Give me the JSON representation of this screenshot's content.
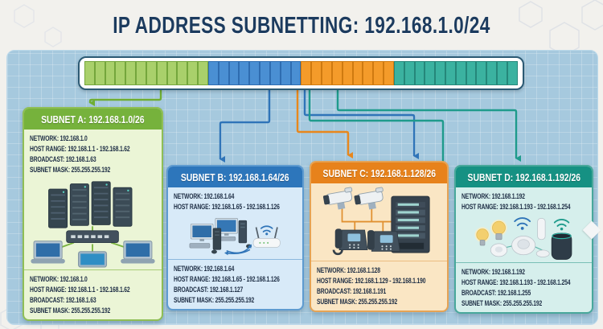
{
  "title": "IP ADDRESS SUBNETTING: 192.168.1.0/24",
  "bit_bar": {
    "description": "32-bit address bar split into four colored subnet segments",
    "segments": [
      {
        "id": "subnet-a",
        "color": "#a9d06b",
        "border": "#74a63c",
        "count": 12
      },
      {
        "id": "subnet-b",
        "color": "#4a8fd3",
        "border": "#2e6cb0",
        "count": 9
      },
      {
        "id": "subnet-c",
        "color": "#f49b2a",
        "border": "#cf7a10",
        "count": 9
      },
      {
        "id": "subnet-d",
        "color": "#3bb2a0",
        "border": "#25877a",
        "count": 12
      }
    ]
  },
  "subnets": [
    {
      "id": "a",
      "header": "SUBNET A: 192.168.1.0/26",
      "accent": "#76b23c",
      "body_color": "#ebf5d6",
      "top_info": [
        {
          "label": "NETWORK",
          "value": "192.168.1.0"
        },
        {
          "label": "HOST RANGE",
          "value": "192.168.1.1 - 192.168.1.62"
        },
        {
          "label": "BROADCAST",
          "value": "192.168.1.63"
        },
        {
          "label": "SUBNET MASK",
          "value": "255.255.255.192"
        }
      ],
      "bottom_info": [
        {
          "label": "NETWORK",
          "value": "192.168.1.0"
        },
        {
          "label": "HOST RANGE",
          "value": "192.168.1.1 - 192.168.1.62"
        },
        {
          "label": "BROADCAST",
          "value": "192.168.1.63"
        },
        {
          "label": "SUBNET MASK",
          "value": "255.255.255.192"
        }
      ],
      "devices": [
        "server-tower",
        "server-tower",
        "server-tower",
        "server-tower",
        "network-switch",
        "laptop",
        "laptop",
        "tablet"
      ]
    },
    {
      "id": "b",
      "header": "SUBNET B: 192.168.1.64/26",
      "accent": "#2d76bb",
      "body_color": "#d8eaf8",
      "top_info": [
        {
          "label": "NETWORK",
          "value": "192.168.1.64"
        },
        {
          "label": "HOST RANGE",
          "value": "192.168.1.65 - 192.168.1.126"
        }
      ],
      "bottom_info": [
        {
          "label": "NETWORK",
          "value": "192.168.1.64"
        },
        {
          "label": "HOST RANGE",
          "value": "192.168.1.65 - 192.168.1.126"
        },
        {
          "label": "BROADCAST",
          "value": "192.168.1.127"
        },
        {
          "label": "SUBNET MASK",
          "value": "255.255.255.192"
        }
      ],
      "devices": [
        "desktop-computer",
        "desktop-computer",
        "wifi-router"
      ]
    },
    {
      "id": "c",
      "header": "SUBNET C: 192.168.1.128/26",
      "accent": "#e7821b",
      "body_color": "#fae6c4",
      "top_info": [],
      "bottom_info": [
        {
          "label": "NETWORK",
          "value": "192.168.1.128"
        },
        {
          "label": "HOST RANGE",
          "value": "192.168.1.129 - 192.168.1.190"
        },
        {
          "label": "BROADCAST",
          "value": "192.168.1.191"
        },
        {
          "label": "SUBNET MASK",
          "value": "255.255.255.192"
        }
      ],
      "devices": [
        "security-camera",
        "security-camera",
        "server-rack",
        "ip-phone",
        "ip-phone"
      ]
    },
    {
      "id": "d",
      "header": "SUBNET D: 192.168.1.192/26",
      "accent": "#169183",
      "body_color": "#d6efec",
      "top_info": [
        {
          "label": "NETWORK",
          "value": "192.168.1.192"
        },
        {
          "label": "HOST RANGE",
          "value": "192.168.1.193 - 192.168.1.254"
        }
      ],
      "bottom_info": [
        {
          "label": "NETWORK",
          "value": "192.168.1.192"
        },
        {
          "label": "HOST RANGE",
          "value": "192.168.1.193 - 192.168.1.254"
        },
        {
          "label": "BROADCAST",
          "value": "192.168.1.255"
        },
        {
          "label": "SUBNET MASK",
          "value": "255.255.255.192"
        }
      ],
      "devices": [
        "smart-bulb",
        "smart-bulb",
        "wifi-signal",
        "round-sensor",
        "oval-sensor",
        "door-sensor",
        "smart-speaker",
        "wifi-signal"
      ]
    }
  ]
}
